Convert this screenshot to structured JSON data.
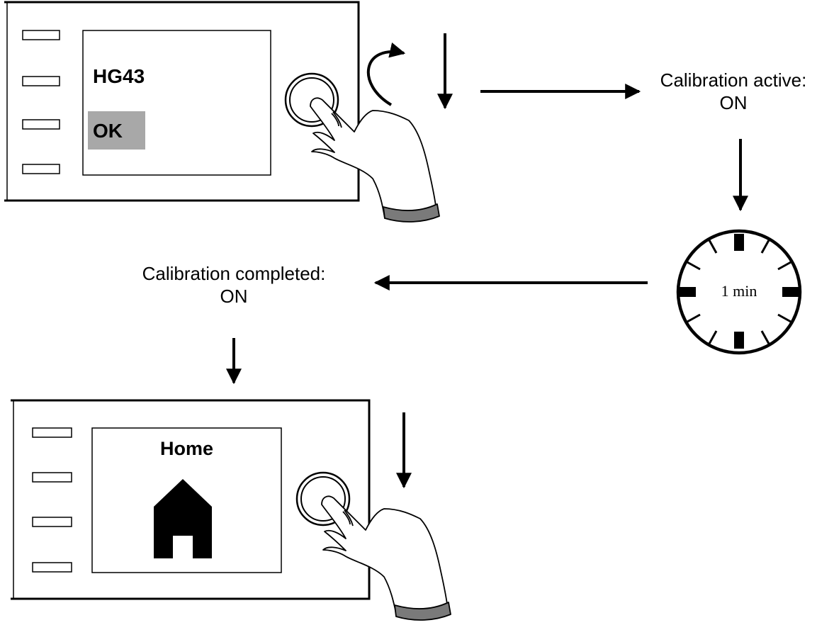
{
  "top_panel": {
    "screen_line1": "HG43",
    "screen_line2": "OK"
  },
  "labels": {
    "calibration_active_line1": "Calibration active:",
    "calibration_active_line2": "ON",
    "calibration_completed_line1": "Calibration completed:",
    "calibration_completed_line2": "ON"
  },
  "timer": {
    "text": "1 min"
  },
  "bottom_panel": {
    "screen_title": "Home",
    "icon": "house-icon"
  },
  "colors": {
    "line": "#000000",
    "highlight": "#a8a8a8",
    "cuff": "#7a7a7a"
  }
}
